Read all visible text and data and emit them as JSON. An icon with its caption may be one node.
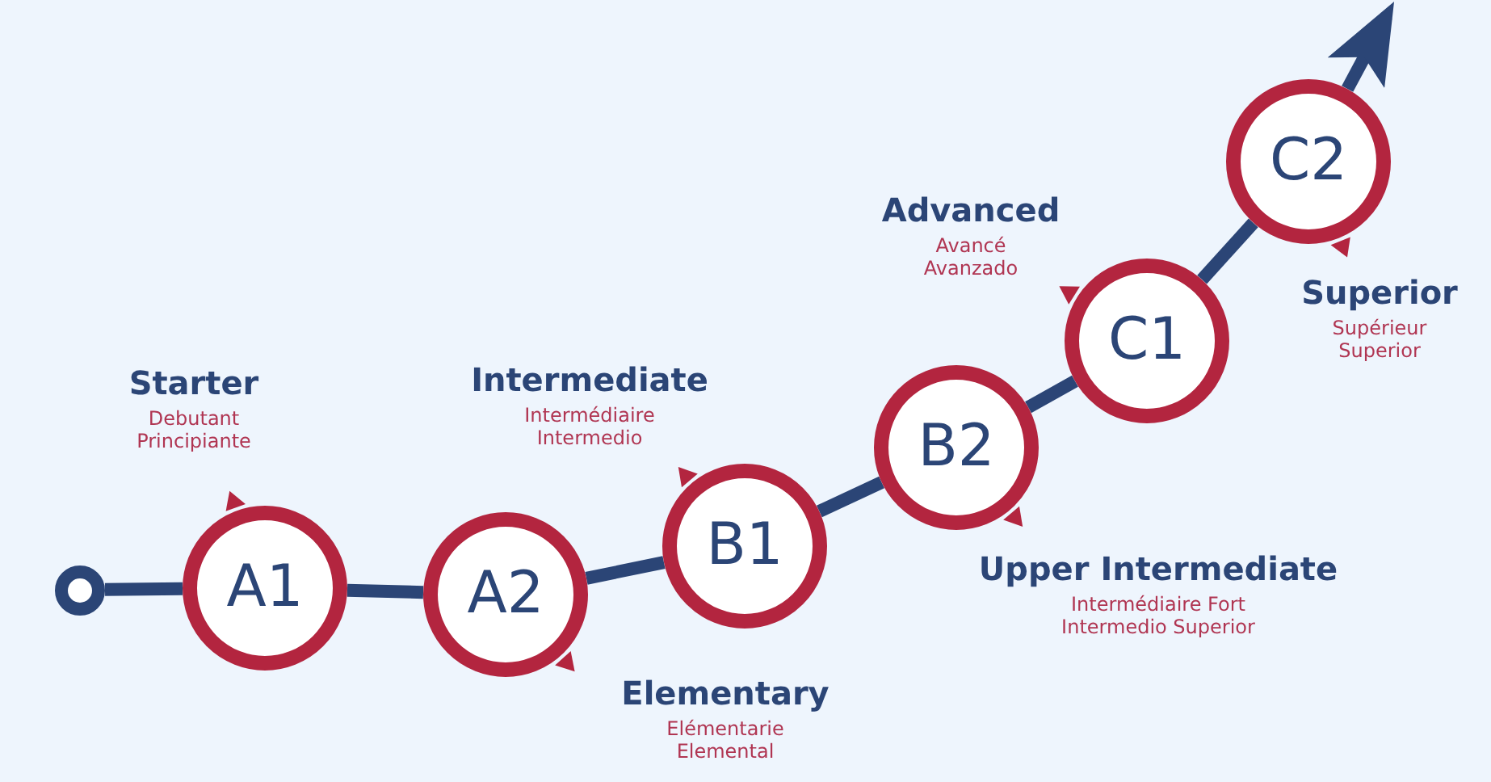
{
  "diagram": {
    "nodes": [
      {
        "text": [],
        "shape": "circle"
      },
      {
        "text": [
          "A1"
        ],
        "beside": [
          "Starter",
          "Debutant",
          "Principiante"
        ]
      },
      {
        "text": [
          "A2"
        ],
        "beside": [
          "Elementary",
          "Elémentarie",
          "Elemental"
        ]
      },
      {
        "text": [
          "B1"
        ],
        "beside": [
          "Intermediate",
          "Intermédiaire",
          "Intermedio"
        ]
      },
      {
        "text": [
          "B2"
        ],
        "beside": [
          "Upper Intermediate",
          "Intermédiaire Fort",
          "Intermedio Superior"
        ]
      },
      {
        "text": [
          "C1"
        ],
        "beside": [
          "Advanced",
          "Avancé",
          "Avanzado"
        ]
      },
      {
        "text": [
          "C2"
        ],
        "beside": [
          "Superior",
          "Supérieur",
          "Superior"
        ]
      }
    ],
    "edges": [
      {
        "from": 0,
        "to": 1,
        "arrow": "none"
      },
      {
        "from": 1,
        "to": 2,
        "arrow": "none"
      },
      {
        "from": 2,
        "to": 3,
        "arrow": "none"
      },
      {
        "from": 3,
        "to": 4,
        "arrow": "none"
      },
      {
        "from": 4,
        "to": 5,
        "arrow": "none"
      },
      {
        "from": 5,
        "to": 6,
        "arrow": "none"
      },
      {
        "from": 6,
        "to": null,
        "arrow": "to"
      }
    ]
  }
}
